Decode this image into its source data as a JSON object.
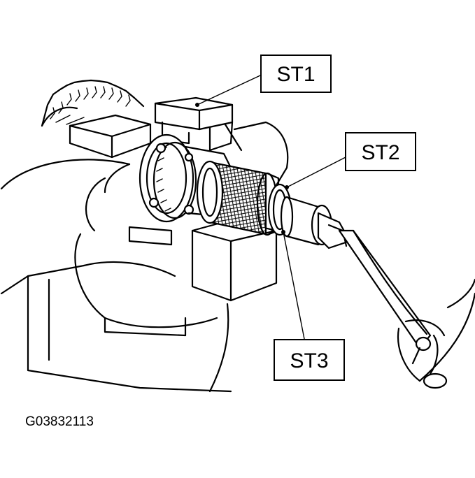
{
  "callouts": {
    "st1": "ST1",
    "st2": "ST2",
    "st3": "ST3"
  },
  "figure_id": "G03832113",
  "colors": {
    "ink": "#000000",
    "paper": "#ffffff"
  }
}
